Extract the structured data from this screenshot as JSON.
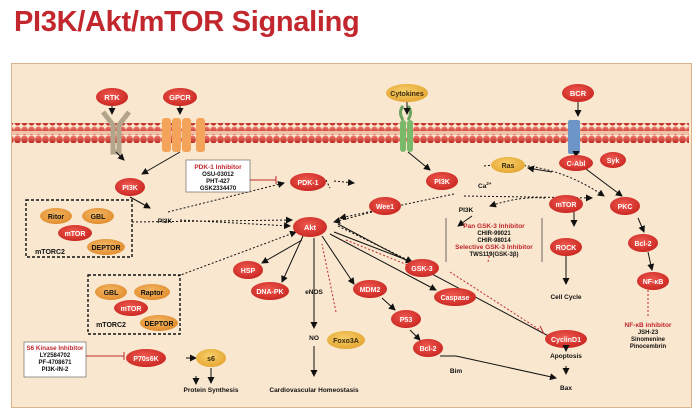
{
  "title": "PI3K/Akt/mTOR Signaling",
  "colors": {
    "title": "#c1272d",
    "panel_bg": "#f9e7cf",
    "node_red": "#d9302c",
    "node_orange": "#e89a3c",
    "inhibitor_red": "#c1272d",
    "membrane": "#d9443c"
  },
  "receptors": {
    "rtk": "RTK",
    "gpcr": "GPCR",
    "cytokines": "Cytokines",
    "bcr": "BCR"
  },
  "nodes": {
    "pi3k_left": "PI3K",
    "pi3k_text": "PI3K",
    "pdk1": "PDK-1",
    "akt": "Akt",
    "wee1": "Wee1",
    "ras": "Ras",
    "pi3k_right": "PI3K",
    "ca": "Ca",
    "ca_sup": "2+",
    "pi3k_right_text": "PI3K",
    "cabl": "C-Abl",
    "syk": "Syk",
    "mtor_right": "mTOR",
    "pkc": "PKC",
    "rock": "ROCK",
    "bcl2_right": "Bcl-2",
    "nfkb": "NF-κB",
    "gsk3": "GSK-3",
    "hsp": "HSP",
    "dnapk": "DNA-PK",
    "enos": "eNOS",
    "mdm2": "MDM2",
    "caspase": "Caspase",
    "p53": "P53",
    "foxo3a": "Foxo3A",
    "bcl2_bottom": "Bcl-2",
    "cyclind1": "CyclinD1",
    "no": "NO",
    "bim": "Bim",
    "bax": "Bax",
    "cell_cycle": "Cell Cycle",
    "apoptosis": "Apoptosis",
    "p70s6k": "P70s6K",
    "s6": "s6",
    "protein_synthesis": "Protein Synthesis",
    "cardio": "Cardiovascular Homeostasis"
  },
  "mtorc2": {
    "rictor": "Ritor",
    "gbl": "GBL",
    "mtor": "mTOR",
    "deptor": "DEPTOR",
    "label": "mTORC2"
  },
  "mtorc1": {
    "gbl": "GBL",
    "raptor": "Raptor",
    "mtor": "mTOR",
    "deptor": "DEPTOR",
    "label": "mTORC2"
  },
  "inhibitors": {
    "pdk1": {
      "title": "PDK-1 Inhibitor",
      "items": [
        "OSU-03012",
        "PHT-427",
        "GSK2334470"
      ]
    },
    "gsk3": {
      "title": "Pan GSK-3 Inhibitor",
      "items": [
        "CHIR-99021",
        "CHIR-98014"
      ],
      "title2": "Selective GSK-3 Inhibitor",
      "items2": [
        "TWS119(GSK-3β)"
      ]
    },
    "s6k": {
      "title": "S6 Kinase Inhibitor",
      "items": [
        "LY2584702",
        "PF-4708671",
        "PI3K-IN-2"
      ]
    },
    "nfkb": {
      "title": "NF-κB inhibitor",
      "items": [
        "JSH-23",
        "Sinomenine",
        "Pinocembrin"
      ]
    }
  }
}
